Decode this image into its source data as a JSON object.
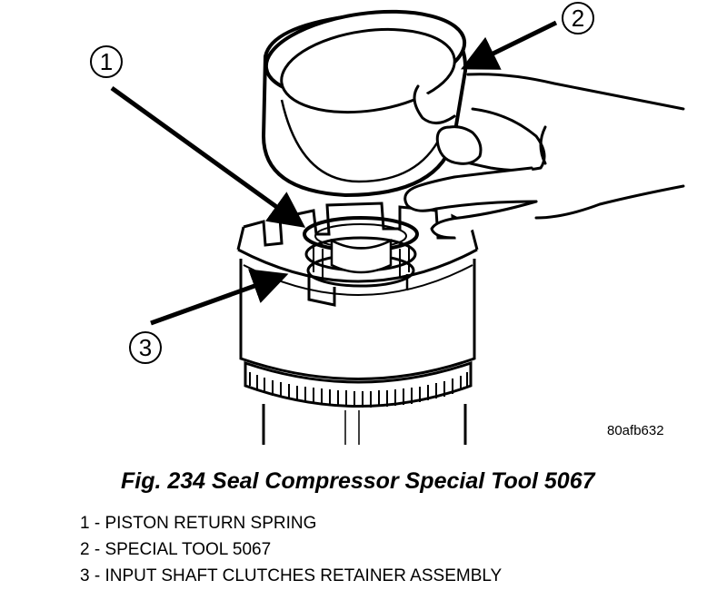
{
  "figure": {
    "reference_code": "80afb632",
    "caption": "Fig. 234 Seal Compressor Special Tool 5067"
  },
  "callouts": [
    {
      "number": "1",
      "label": "PISTON RETURN SPRING"
    },
    {
      "number": "2",
      "label": "SPECIAL TOOL 5067"
    },
    {
      "number": "3",
      "label": "INPUT SHAFT CLUTCHES RETAINER ASSEMBLY"
    }
  ],
  "legend": [
    {
      "text": "1 - PISTON RETURN SPRING"
    },
    {
      "text": "2 - SPECIAL TOOL 5067"
    },
    {
      "text": "3 - INPUT SHAFT CLUTCHES RETAINER ASSEMBLY"
    }
  ]
}
